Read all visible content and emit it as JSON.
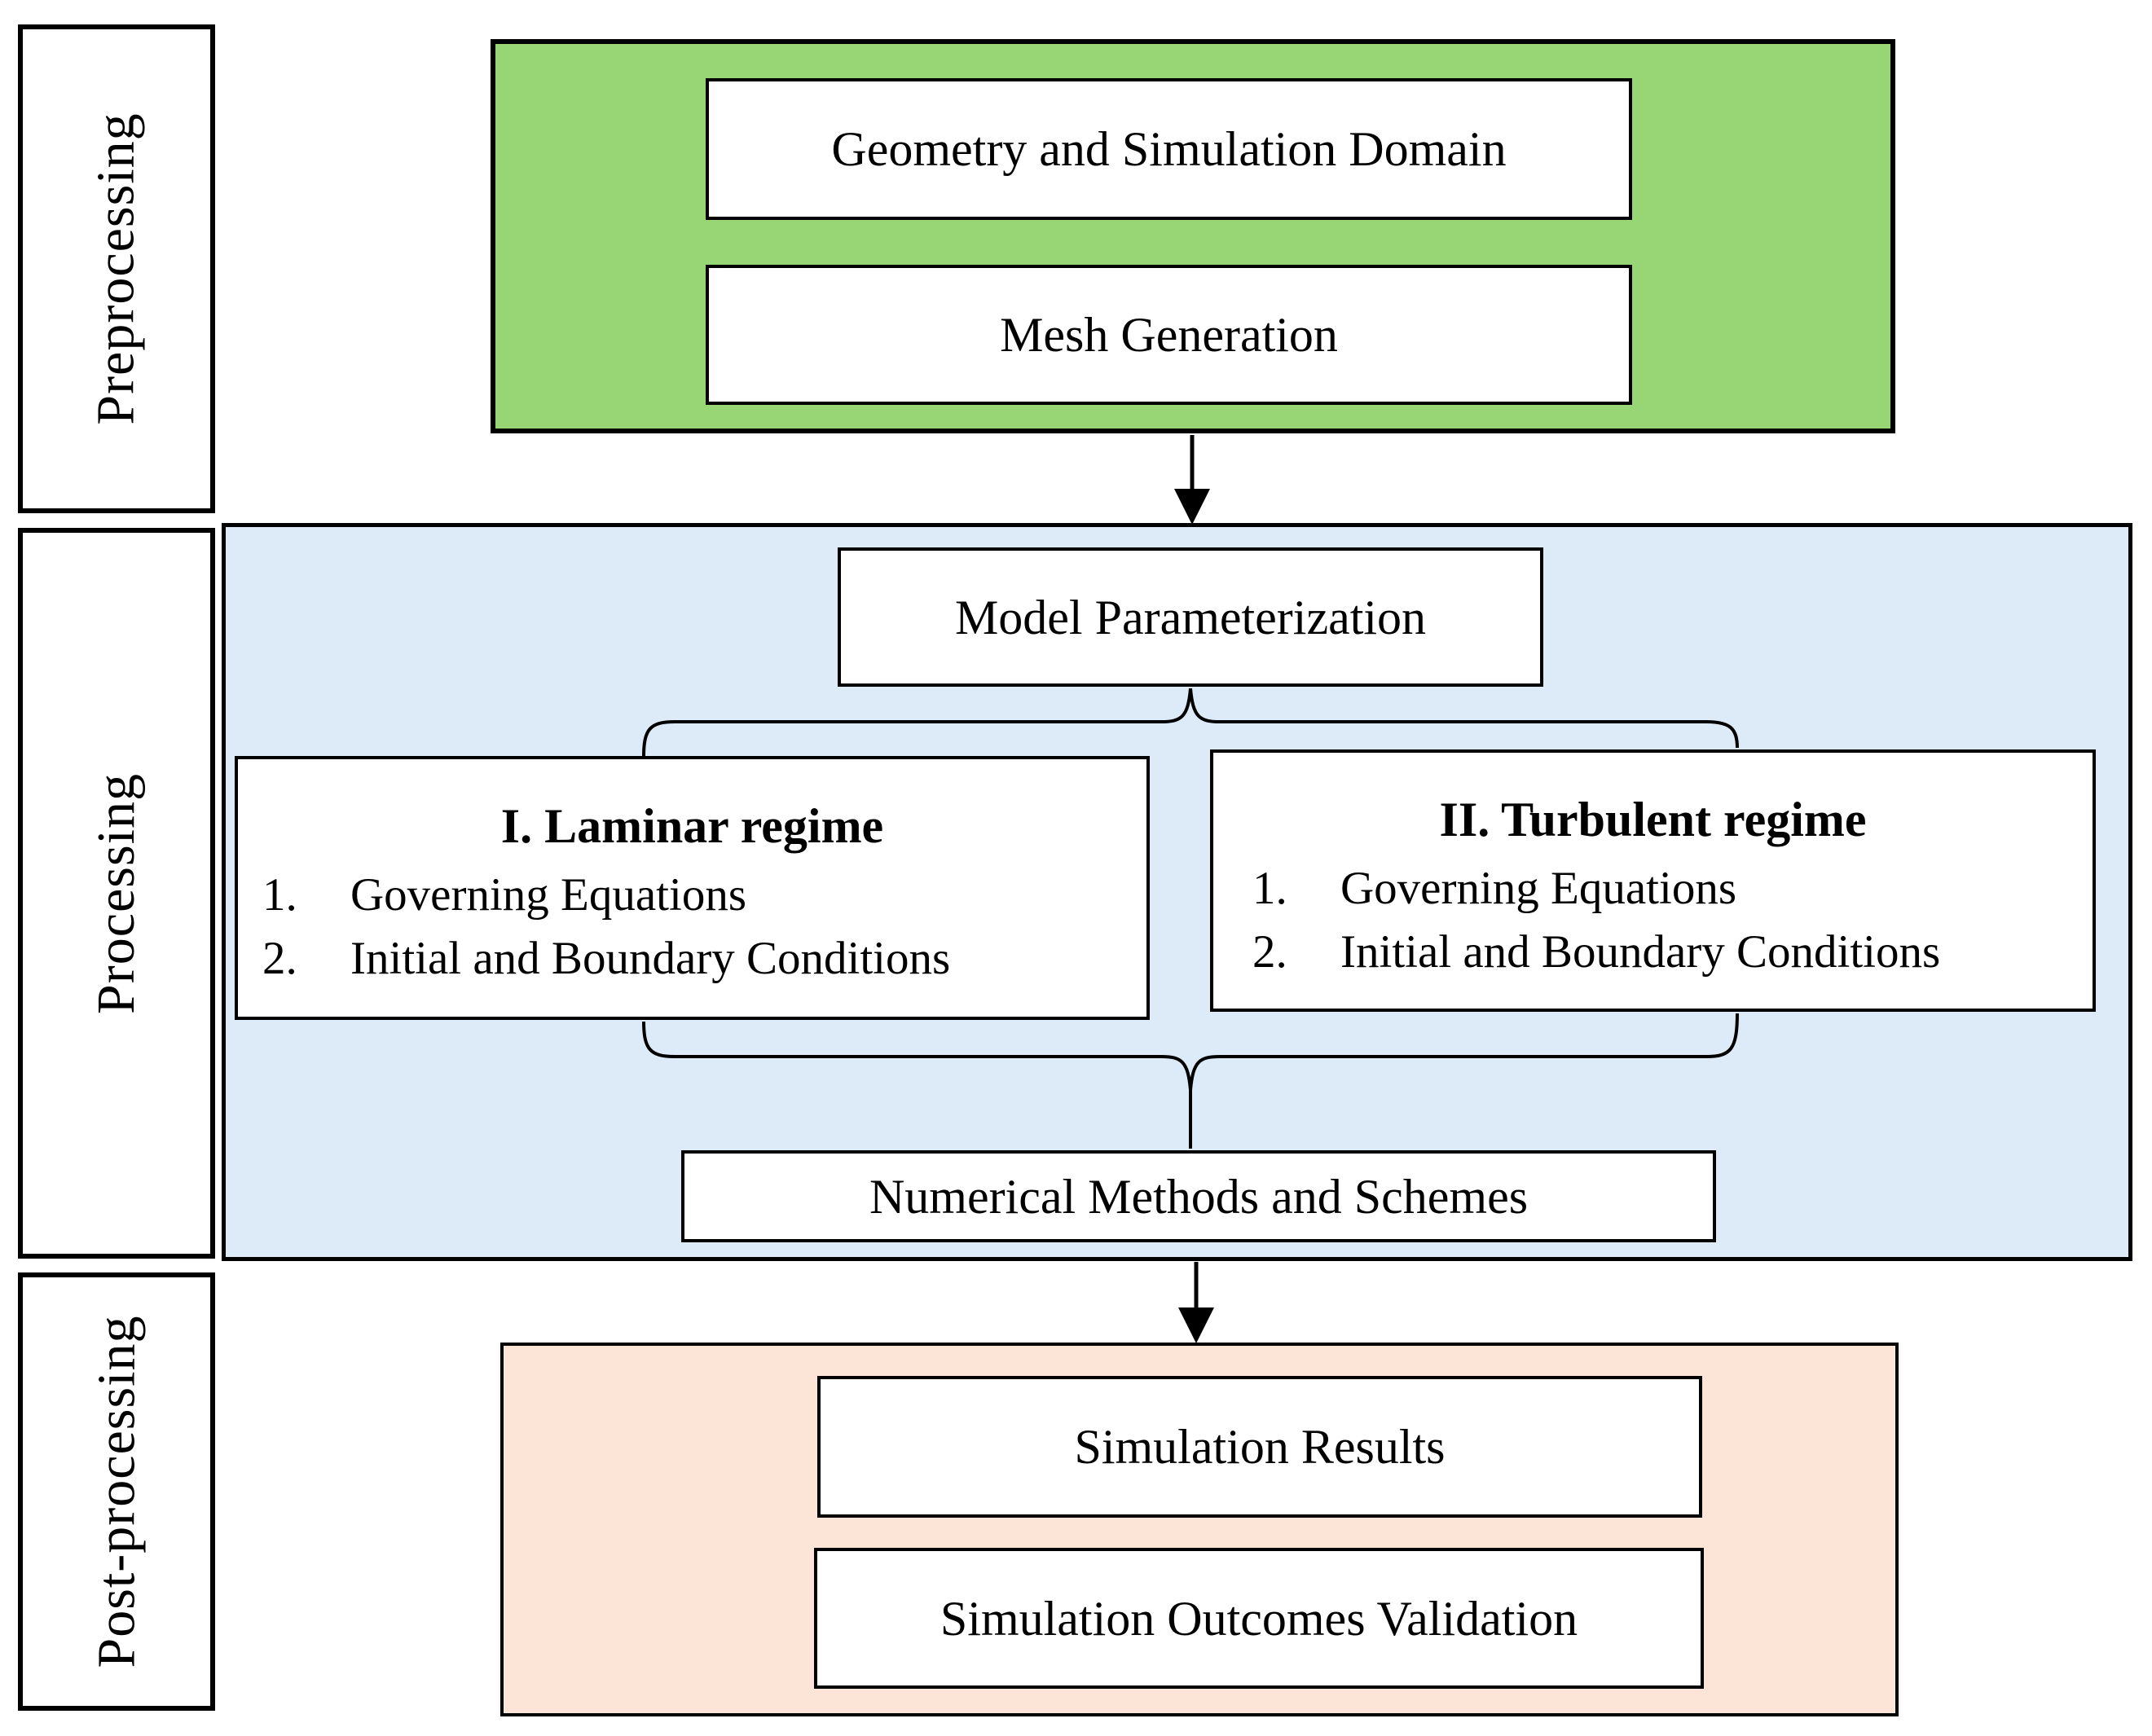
{
  "figure": {
    "type": "flowchart",
    "title": "CFD simulation workflow diagram"
  },
  "colors": {
    "preprocessing_fill": "#98d675",
    "processing_fill": "#dcebf7",
    "postprocessing_fill": "#fce4d6",
    "box_fill": "#ffffff",
    "line": "#000000"
  },
  "sidebar": {
    "preprocessing": "Preprocessing",
    "processing": "Processing",
    "postprocessing": "Post-processing"
  },
  "preprocessing": {
    "geometry_box": "Geometry and Simulation Domain",
    "mesh_box": "Mesh Generation"
  },
  "processing": {
    "model_box": "Model Parameterization",
    "laminar": {
      "title": "I. Laminar regime",
      "items": [
        {
          "num": "1.",
          "text": "Governing Equations"
        },
        {
          "num": "2.",
          "text": "Initial and Boundary Conditions"
        }
      ]
    },
    "turbulent": {
      "title": "II. Turbulent regime",
      "items": [
        {
          "num": "1.",
          "text": "Governing Equations"
        },
        {
          "num": "2.",
          "text": "Initial and Boundary Conditions"
        }
      ]
    },
    "numerical_box": "Numerical Methods and Schemes"
  },
  "postprocessing": {
    "results_box": "Simulation Results",
    "validation_box": "Simulation Outcomes Validation"
  }
}
